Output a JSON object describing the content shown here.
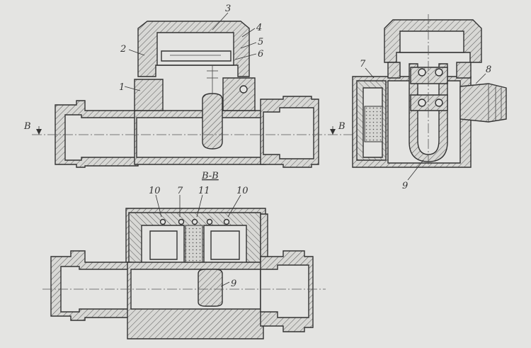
{
  "section_title": "B-B",
  "section_mark": "B",
  "callouts": {
    "c1": "1",
    "c2": "2",
    "c3": "3",
    "c4": "4",
    "c5": "5",
    "c6": "6",
    "c7": "7",
    "c8": "8",
    "c9": "9",
    "c10": "10",
    "c11": "11"
  }
}
